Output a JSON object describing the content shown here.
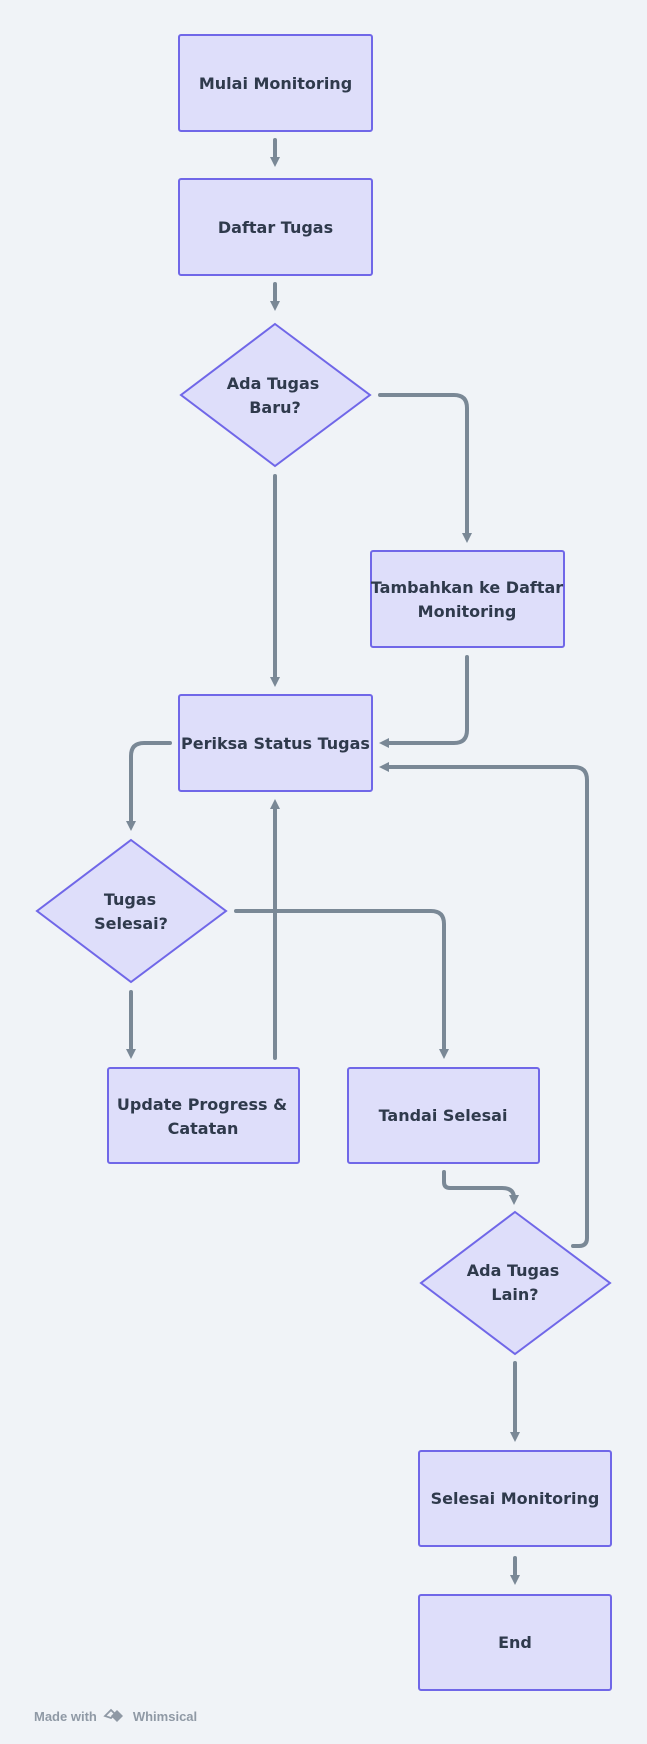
{
  "nodes": {
    "start": [
      "Mulai Monitoring"
    ],
    "list": [
      "Daftar Tugas"
    ],
    "decision_new": [
      "Ada Tugas",
      "Baru?"
    ],
    "add": [
      "Tambahkan ke Daftar",
      "Monitoring"
    ],
    "check": [
      "Periksa Status Tugas"
    ],
    "decision_done": [
      "Tugas",
      "Selesai?"
    ],
    "update": [
      "Update Progress &",
      "Catatan"
    ],
    "mark": [
      "Tandai Selesai"
    ],
    "decision_other": [
      "Ada Tugas",
      "Lain?"
    ],
    "finish": [
      "Selesai Monitoring"
    ],
    "end": [
      "End"
    ]
  },
  "footer": {
    "made_with": "Made with",
    "brand": "Whimsical"
  },
  "colors": {
    "background": "#f0f3f7",
    "node_fill": "#dedefa",
    "node_stroke": "#7067e8",
    "edge": "#7a8896",
    "text": "#2f3a4c"
  }
}
